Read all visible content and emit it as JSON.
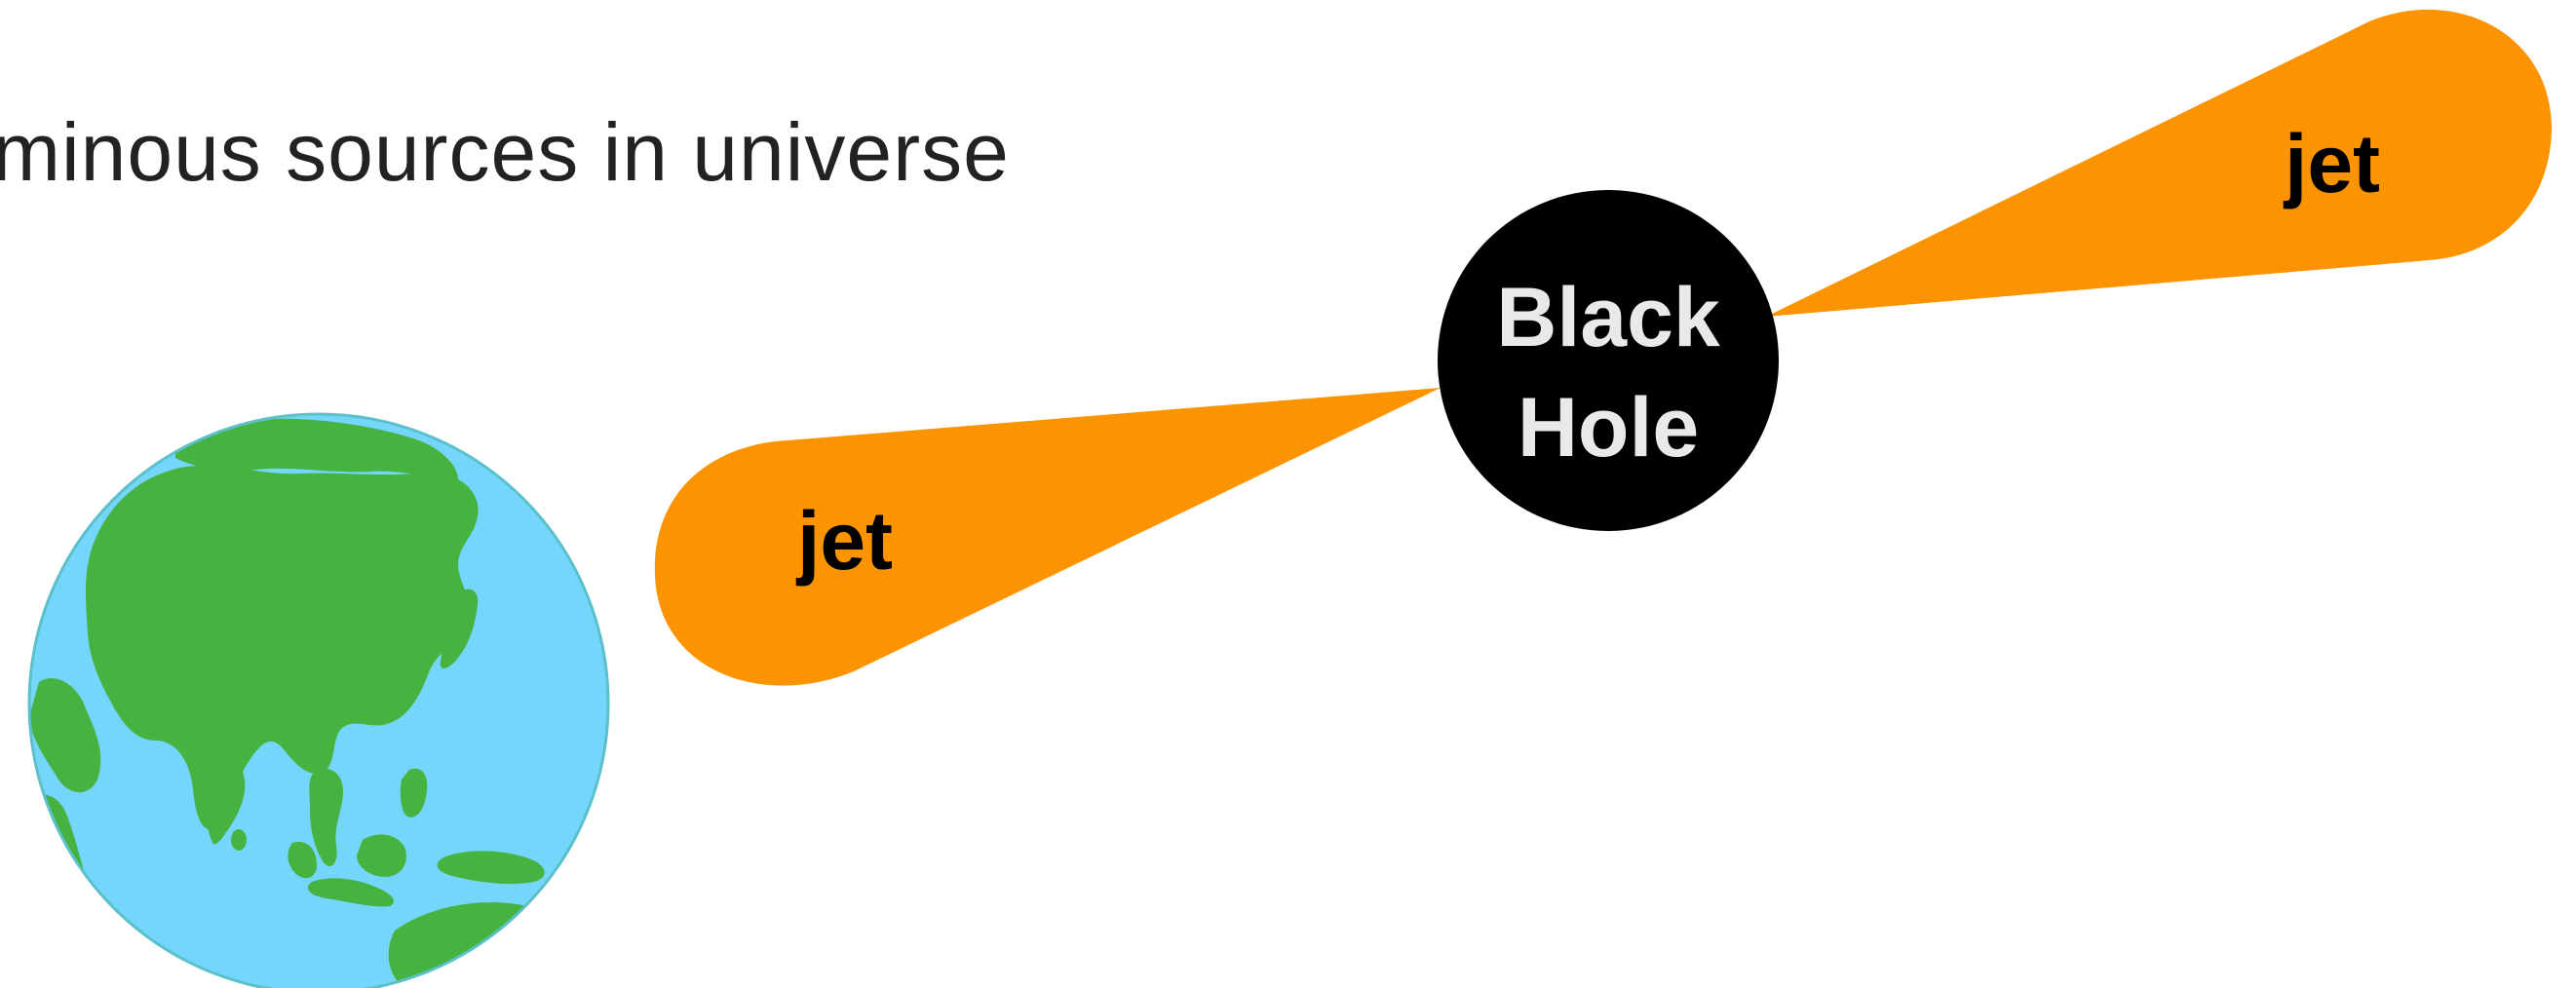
{
  "diagram": {
    "heading": "minous sources in universe",
    "black_hole": {
      "line1": "Black",
      "line2": "Hole"
    },
    "jets": [
      {
        "label": "jet"
      },
      {
        "label": "jet"
      }
    ],
    "earth": {},
    "colors": {
      "jet": "#FC9300",
      "black_hole": "#000000",
      "black_hole_text": "#E9E9E9",
      "ocean": "#74D6FB",
      "ocean_edge": "#5BC0C9",
      "land": "#46B23F",
      "label": "#000000"
    }
  }
}
